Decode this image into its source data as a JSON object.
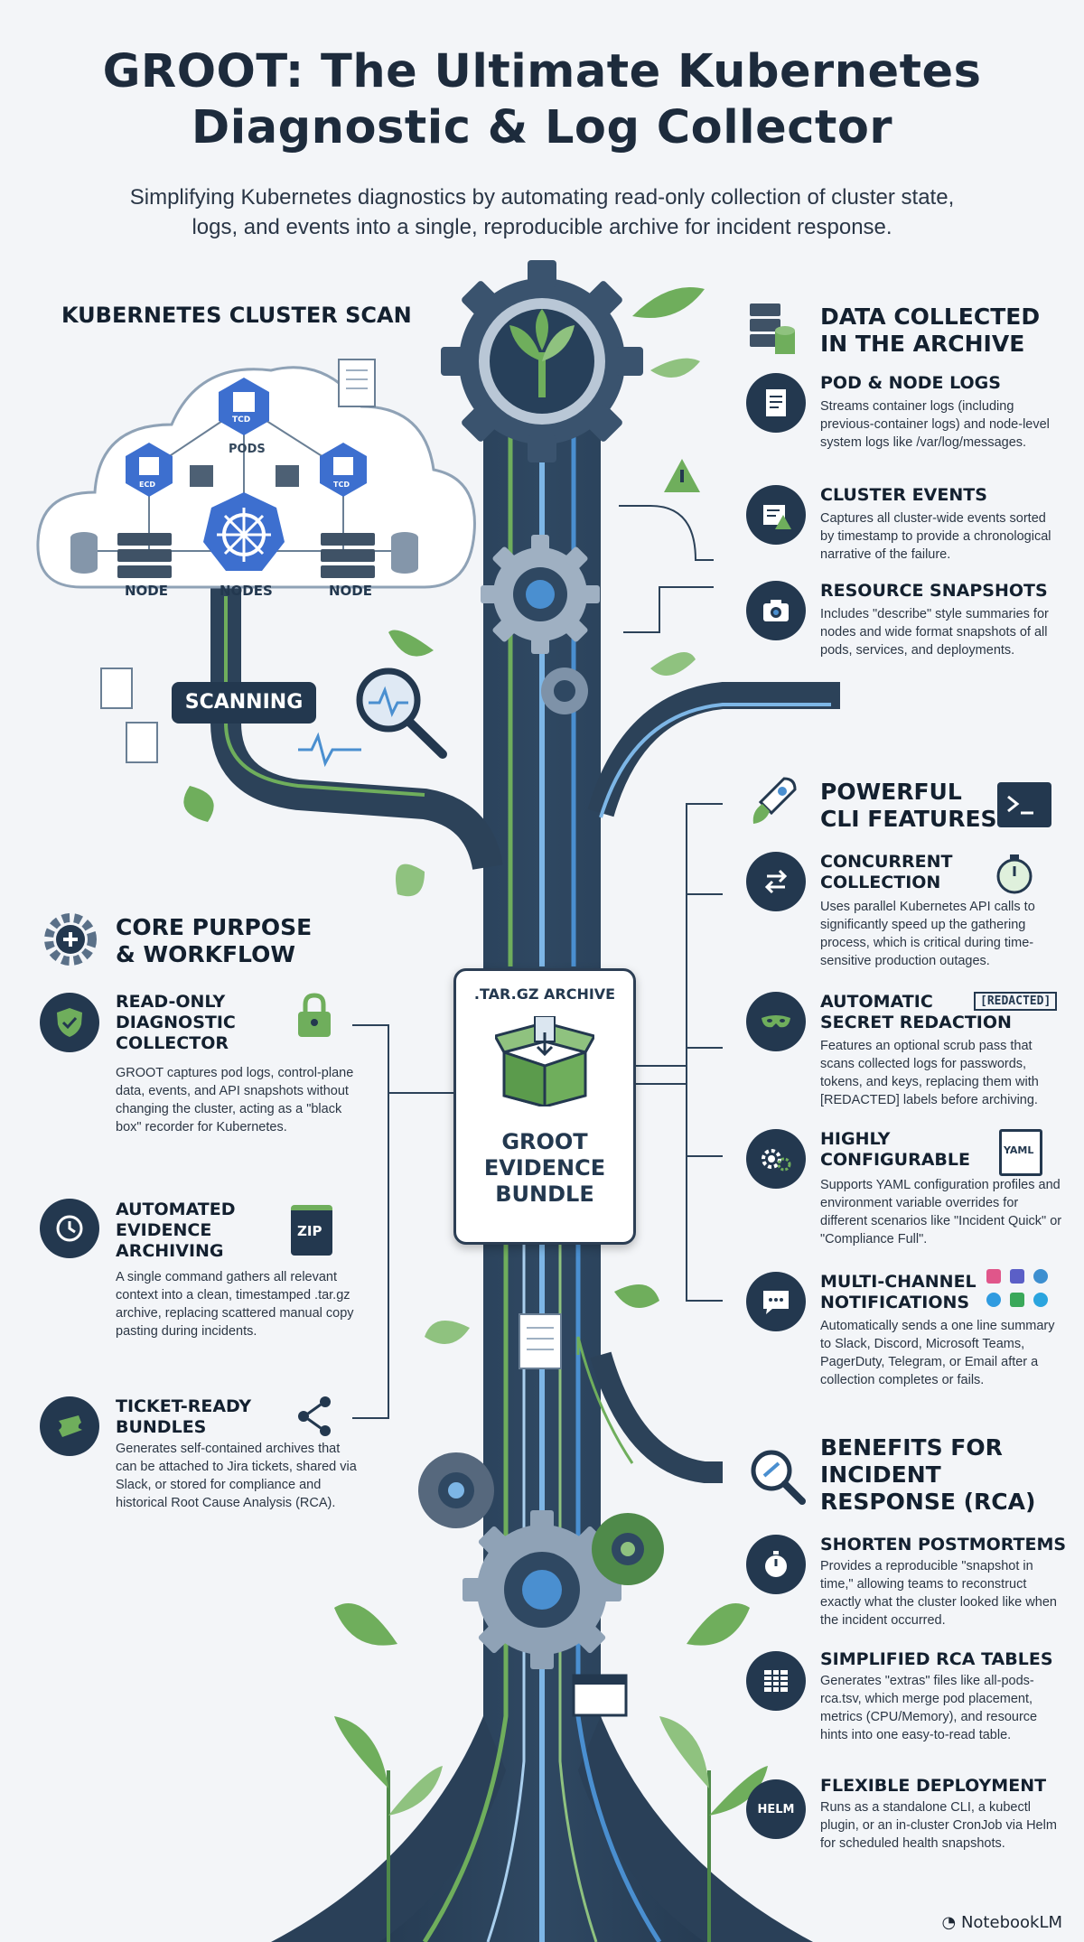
{
  "title_line1": "GROOT: The Ultimate Kubernetes",
  "title_line2": "Diagnostic & Log Collector",
  "subtitle_line1": "Simplifying Kubernetes diagnostics by automating read-only collection of cluster state,",
  "subtitle_line2": "logs, and events into a single, reproducible archive for incident response.",
  "cluster": {
    "heading": "KUBERNETES CLUSTER SCAN",
    "pods_label": "PODS",
    "node_left": "NODE",
    "nodes_center": "NODES",
    "node_right": "NODE",
    "scanning": "SCANNING",
    "pod_badge": "TCD",
    "pod_badge2": "ECD"
  },
  "archive": {
    "tag": ".TAR.GZ ARCHIVE",
    "line1": "GROOT",
    "line2": "EVIDENCE",
    "line3": "BUNDLE"
  },
  "core": {
    "heading_line1": "CORE PURPOSE",
    "heading_line2": "& WORKFLOW",
    "items": [
      {
        "title": "READ-ONLY\nDIAGNOSTIC\nCOLLECTOR",
        "desc": "GROOT captures pod logs, control-plane data, events, and API snapshots without changing the cluster, acting as a \"black box\" recorder for Kubernetes.",
        "icon": "shield-check-icon",
        "side_icon": "lock-icon"
      },
      {
        "title": "AUTOMATED\nEVIDENCE\nARCHIVING",
        "desc": "A single command gathers all relevant context into a clean, timestamped .tar.gz archive, replacing scattered manual copy pasting during incidents.",
        "icon": "clock-icon",
        "side_icon": "zip-file-icon",
        "side_label": "ZIP"
      },
      {
        "title": "TICKET-READY\nBUNDLES",
        "desc": "Generates self-contained archives that can be attached to Jira tickets, shared via Slack, or stored for compliance and historical Root Cause Analysis (RCA).",
        "icon": "ticket-icon",
        "side_icon": "share-icon"
      }
    ]
  },
  "data": {
    "heading_line1": "DATA COLLECTED",
    "heading_line2": "IN THE ARCHIVE",
    "items": [
      {
        "title": "POD & NODE LOGS",
        "desc": "Streams container logs (including previous-container logs) and node-level system logs like /var/log/messages.",
        "icon": "log-file-icon"
      },
      {
        "title": "CLUSTER EVENTS",
        "desc": "Captures all cluster-wide events sorted by timestamp to provide a chronological narrative of the failure.",
        "icon": "event-warning-icon"
      },
      {
        "title": "RESOURCE SNAPSHOTS",
        "desc": "Includes \"describe\" style summaries for nodes and wide format snapshots of all pods, services, and deployments.",
        "icon": "camera-icon"
      }
    ]
  },
  "cli": {
    "heading_line1": "POWERFUL",
    "heading_line2": "CLI FEATURES",
    "items": [
      {
        "title": "CONCURRENT\nCOLLECTION",
        "desc": "Uses parallel Kubernetes API calls to significantly speed up the gathering process, which is critical during time-sensitive production outages.",
        "icon": "parallel-arrows-icon",
        "side_icon": "stopwatch-icon"
      },
      {
        "title": "AUTOMATIC\nSECRET REDACTION",
        "desc": "Features an optional scrub pass that scans collected logs for passwords, tokens, and keys, replacing them with [REDACTED] labels before archiving.",
        "icon": "mask-icon",
        "badge": "[REDACTED]"
      },
      {
        "title": "HIGHLY\nCONFIGURABLE",
        "desc": "Supports YAML configuration profiles and environment variable overrides for different scenarios like \"Incident Quick\" or \"Compliance Full\".",
        "icon": "gears-icon",
        "side_icon": "yaml-file-icon",
        "side_label": "YAML"
      },
      {
        "title": "MULTI-CHANNEL\nNOTIFICATIONS",
        "desc": "Automatically sends a one line summary to Slack, Discord, Microsoft Teams, PagerDuty, Telegram, or Email after a collection completes or fails.",
        "icon": "chat-icon",
        "side_icon": "app-logos-icon"
      }
    ]
  },
  "benefits": {
    "heading_line1": "BENEFITS FOR",
    "heading_line2": "INCIDENT",
    "heading_line3": "RESPONSE (RCA)",
    "items": [
      {
        "title": "SHORTEN POSTMORTEMS",
        "desc": "Provides a reproducible \"snapshot in time,\" allowing teams to reconstruct exactly what the cluster looked like when the incident occurred.",
        "icon": "stopwatch-icon"
      },
      {
        "title": "SIMPLIFIED RCA TABLES",
        "desc": "Generates \"extras\" files like all-pods-rca.tsv, which merge pod placement, metrics (CPU/Memory), and resource hints  into one easy-to-read table.",
        "icon": "table-icon"
      },
      {
        "title": "FLEXIBLE DEPLOYMENT",
        "desc": "Runs as a standalone CLI, a kubectl plugin, or an in-cluster CronJob via Helm for scheduled health snapshots.",
        "icon": "helm-icon",
        "icon_label": "HELM"
      }
    ]
  },
  "footer": "NotebookLM",
  "colors": {
    "navy": "#23384f",
    "blue": "#4a8fd0",
    "green": "#6fae5c",
    "bg": "#f3f5f8"
  }
}
